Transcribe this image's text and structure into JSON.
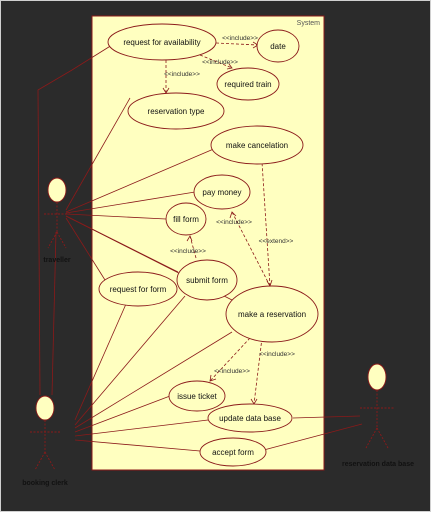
{
  "system": {
    "label": "System"
  },
  "actors": {
    "traveller": "traveller",
    "booking_clerk": "booking clerk",
    "reservation_db": "reservation data base"
  },
  "use_cases": {
    "request_availability": "request for availability",
    "date": "date",
    "required_train": "required train",
    "reservation_type": "reservation type",
    "make_cancelation": "make cancelation",
    "pay_money": "pay money",
    "fill_form": "fill form",
    "submit_form": "submit form",
    "request_form": "request for form",
    "make_reservation": "make a reservation",
    "issue_ticket": "issue ticket",
    "update_database": "update data base",
    "accept_form": "accept form"
  },
  "relations": {
    "include_date": "<<include>>",
    "include_train": "<<include>>",
    "include_restype": "<<include>>",
    "include_payfill": "<<include>>",
    "extend_cancel": "<<extend>>",
    "include_submitfill": "<<include>>",
    "include_issue": "<<include>>",
    "include_update": "<<include>>"
  },
  "colors": {
    "background": "#2b2b2b",
    "system_fill": "#ffffc0",
    "line": "#8b1a1a",
    "actor_fill": "#ffffc0"
  }
}
